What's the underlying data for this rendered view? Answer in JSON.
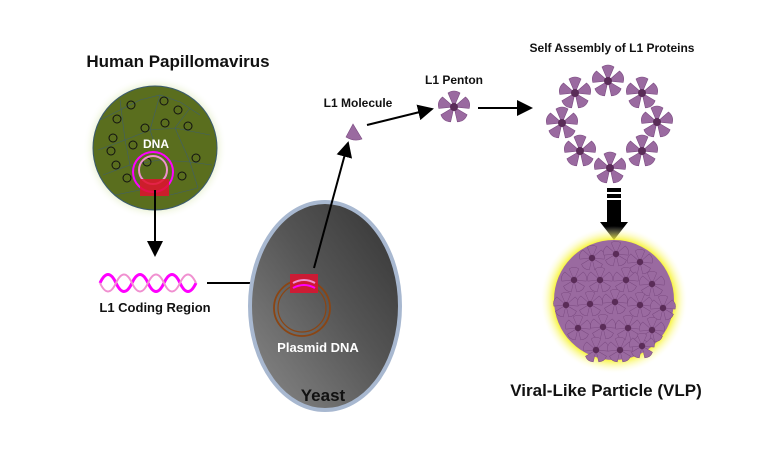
{
  "labels": {
    "hpv": "Human Papillomavirus",
    "dna": "DNA",
    "l1_coding": "L1 Coding Region",
    "plasmid": "Plasmid DNA",
    "yeast": "Yeast",
    "l1_molecule": "L1 Molecule",
    "l1_penton": "L1 Penton",
    "self_assembly": "Self Assembly of L1 Proteins",
    "vlp": "Viral-Like Particle (VLP)"
  },
  "colors": {
    "virus": "#5a6e1e",
    "virus_glow": "#c8dc8c",
    "protein": "#9a6aa0",
    "protein_center": "#5a2c58",
    "dna_magenta": "#ff00ff",
    "insert_red": "#e0102e",
    "plasmid_brown": "#8b4513",
    "yeast": "#4a4a4a",
    "yeast_border": "#a8b8d0",
    "vlp_glow": "#f5f000"
  }
}
